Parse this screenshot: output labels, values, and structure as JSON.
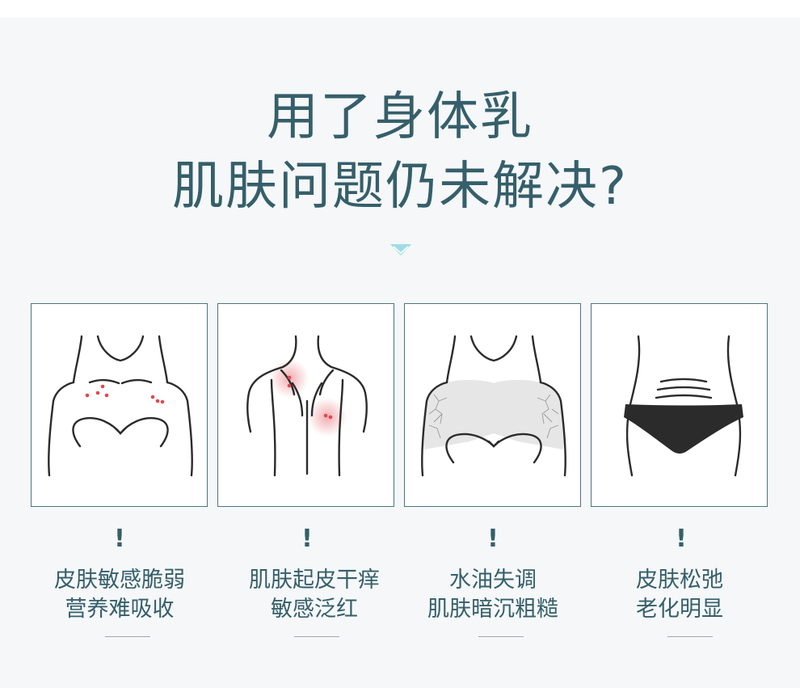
{
  "headline": {
    "line1": "用了身体乳",
    "line2": "肌肤问题仍未解决?"
  },
  "colors": {
    "background": "#f5f7f9",
    "title": "#355f6a",
    "card_border": "#4d7480",
    "chevron": "#8fd3dd",
    "irritation": "#e2474f"
  },
  "icons": {
    "chevron": "chevron-down-icon",
    "mark": "exclamation-icon"
  },
  "problems": [
    {
      "mark": "!",
      "line1": "皮肤敏感脆弱",
      "line2": "营养难吸收"
    },
    {
      "mark": "!",
      "line1": "肌肤起皮干痒",
      "line2": "敏感泛红"
    },
    {
      "mark": "!",
      "line1": "水油失调",
      "line2": "肌肤暗沉粗糙"
    },
    {
      "mark": "!",
      "line1": "皮肤松弛",
      "line2": "老化明显"
    }
  ]
}
